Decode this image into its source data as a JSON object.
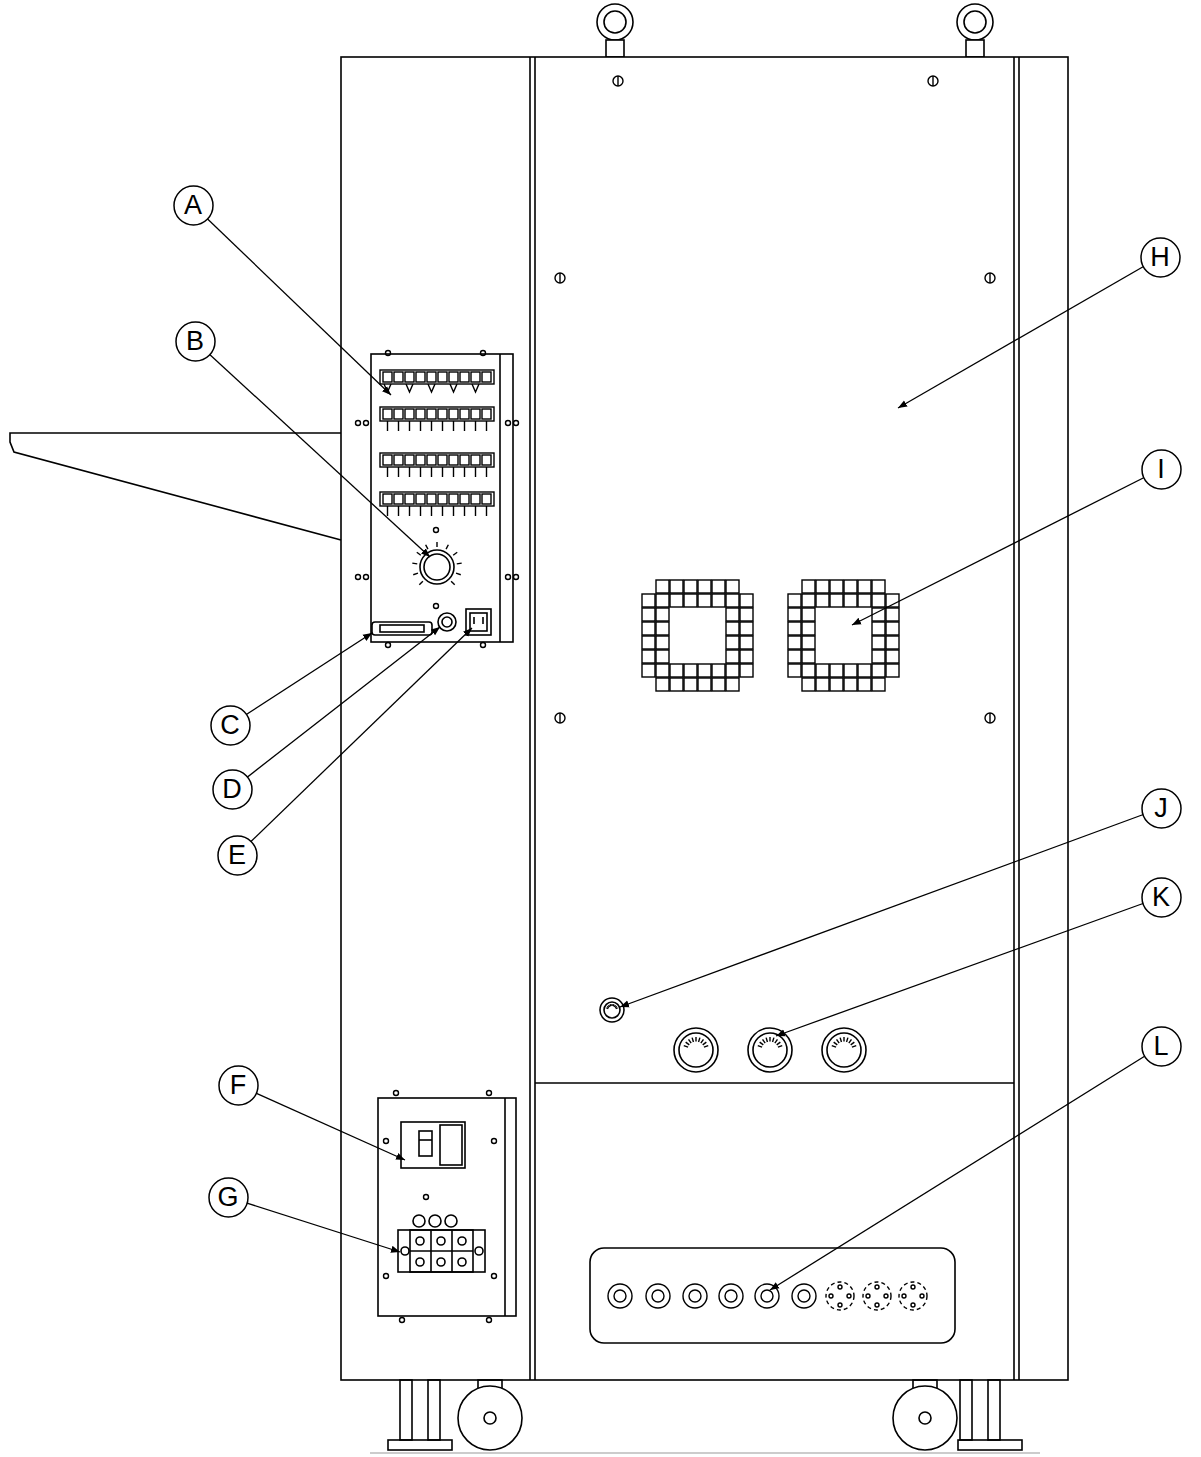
{
  "diagram": {
    "nodes": [
      {
        "text": [
          "A"
        ]
      },
      {
        "text": [
          "B"
        ]
      },
      {
        "text": [
          "C"
        ]
      },
      {
        "text": [
          "D"
        ]
      },
      {
        "text": [
          "E"
        ]
      },
      {
        "text": [
          "F"
        ]
      },
      {
        "text": [
          "G"
        ]
      },
      {
        "text": [
          "H"
        ]
      },
      {
        "text": [
          "I"
        ]
      },
      {
        "text": [
          "J"
        ]
      },
      {
        "text": [
          "K"
        ]
      },
      {
        "text": [
          "L"
        ]
      }
    ]
  }
}
